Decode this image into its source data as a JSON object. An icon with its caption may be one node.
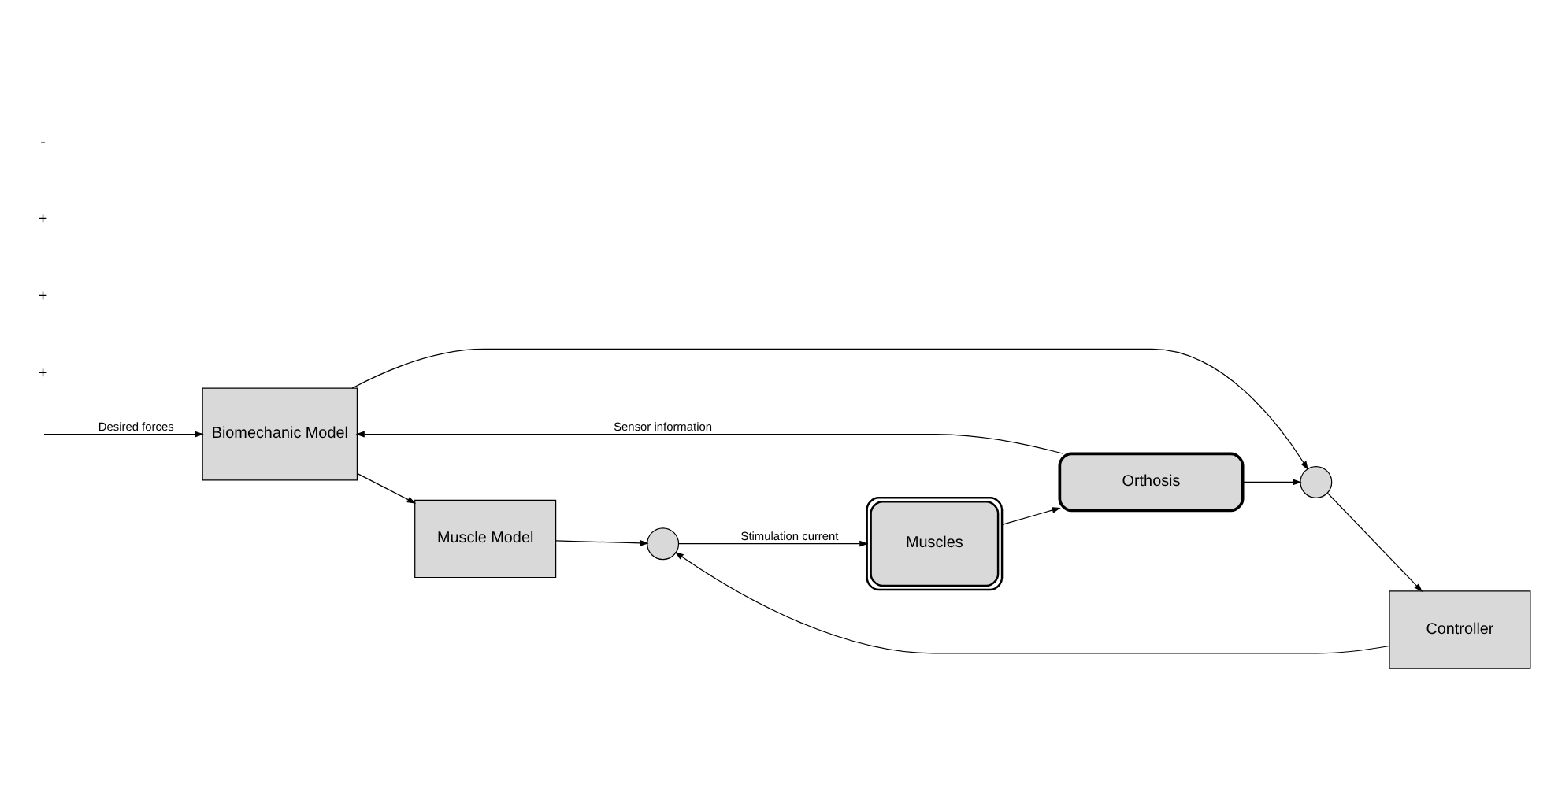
{
  "diagram": {
    "nodes": [
      {
        "text": [
          "Biomechanic Model"
        ]
      },
      {
        "text": [
          "Muscle Model"
        ]
      },
      {
        "text": [],
        "shape": "circle"
      },
      {
        "text": [
          "Muscles"
        ]
      },
      {
        "text": [],
        "shape": "circle"
      },
      {
        "text": [
          "Controller"
        ]
      },
      {
        "text": [
          "Orthosis"
        ]
      }
    ],
    "edges": [
      {
        "from": null,
        "to": 0,
        "arrow": "to",
        "label": "Desired forces"
      },
      {
        "from": 0,
        "to": 1,
        "arrow": "to"
      },
      {
        "from": 0,
        "to": 4,
        "arrow": "to"
      },
      {
        "from": 1,
        "to": 2,
        "arrow": "to"
      },
      {
        "from": 5,
        "to": 2,
        "arrow": "to"
      },
      {
        "from": 4,
        "to": 5,
        "arrow": "to"
      },
      {
        "from": 2,
        "to": 3,
        "arrow": "to",
        "label": "Stimulation current"
      },
      {
        "from": 3,
        "to": 6,
        "arrow": "to"
      },
      {
        "from": 6,
        "to": 0,
        "arrow": "to",
        "label": "Sensor information"
      },
      {
        "from": 6,
        "to": 4,
        "arrow": "to"
      }
    ],
    "labels": [
      "+",
      "+",
      "+",
      "-"
    ]
  }
}
